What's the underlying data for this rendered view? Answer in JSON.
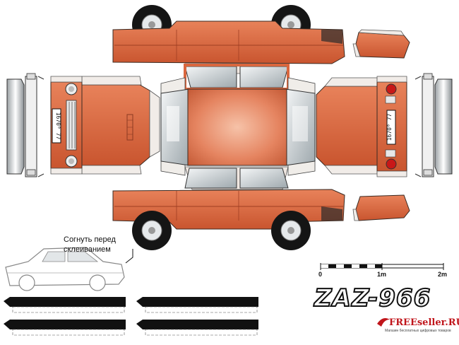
{
  "instruction": {
    "line1": "Согнуть перед",
    "line2": "склеиванием"
  },
  "scale": {
    "ticks": [
      "0",
      "1m",
      "2m"
    ]
  },
  "model_logo": "ZAZ-966",
  "brand": {
    "name": "FREEseller.RU",
    "tagline": "Магазин бесплатных цифровых товаров"
  },
  "plates": {
    "front": "1670⁰ 77",
    "rear": "1670⁰ 77"
  },
  "colors": {
    "body": "#d9673f",
    "body_dark": "#a8432a",
    "body_light": "#ee9b79",
    "outline": "#3a2a22",
    "tire": "#151515",
    "chrome": "#dfe3e6",
    "glass": "#b9c3c7"
  }
}
